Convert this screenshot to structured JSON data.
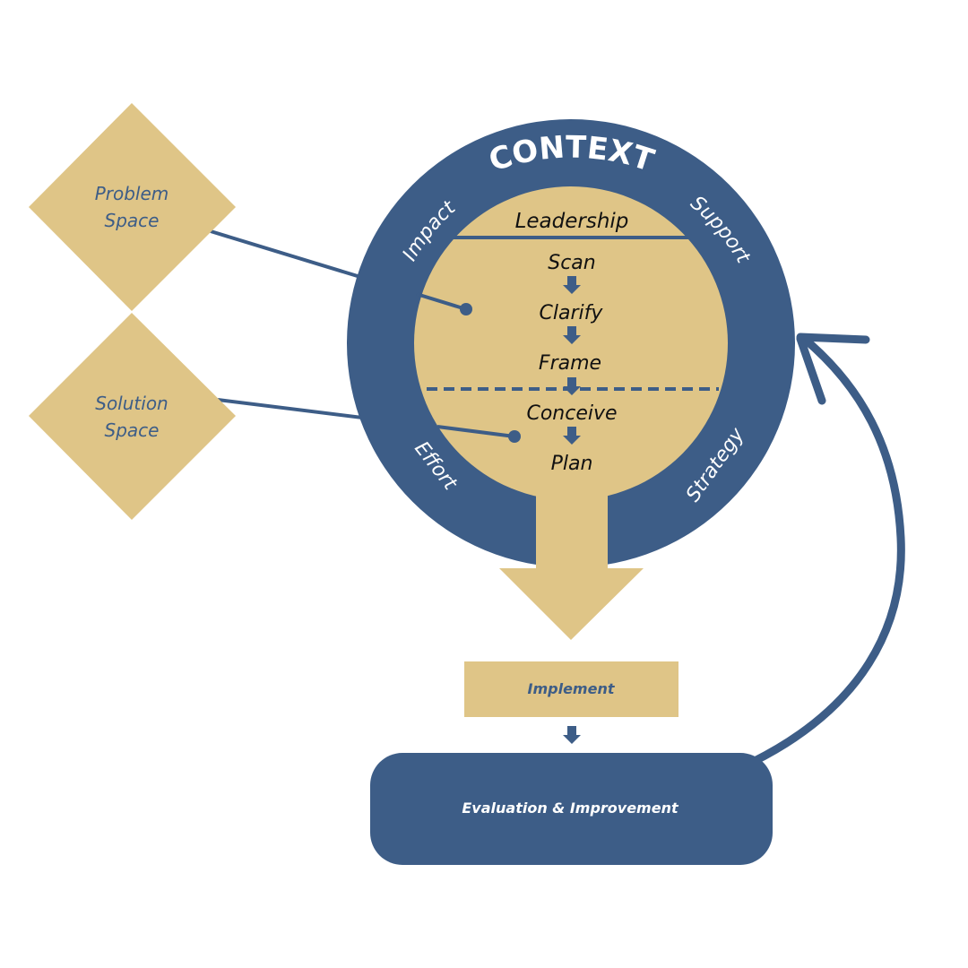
{
  "colors": {
    "navy": "#3d5d87",
    "gold": "#dfc587",
    "white": "#ffffff",
    "text_dark": "#111111"
  },
  "diagram": {
    "ring_title": "CONTEXT",
    "ring_labels": {
      "top_left": "Impact",
      "top_right": "Support",
      "bottom_left": "Effort",
      "bottom_right": "Strategy"
    },
    "inner": {
      "header": "Leadership",
      "steps": [
        "Scan",
        "Clarify",
        "Frame",
        "Conceive",
        "Plan"
      ]
    },
    "side_shapes": {
      "problem": [
        "Problem",
        "Space"
      ],
      "solution": [
        "Solution",
        "Space"
      ]
    },
    "implement_label": "Implement",
    "evaluation_label": "Evaluation & Improvement"
  }
}
